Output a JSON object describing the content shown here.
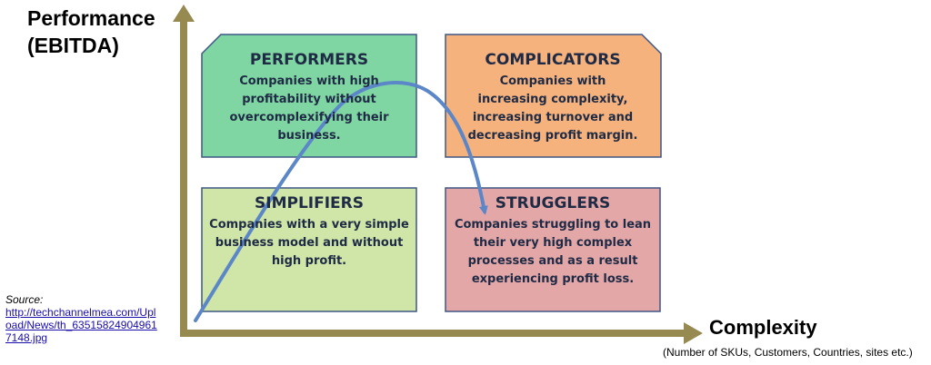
{
  "axes": {
    "y_label": "Performance (EBITDA)",
    "x_label": "Complexity",
    "x_sublabel": "(Number of SKUs, Customers, Countries, sites etc.)"
  },
  "quadrants": {
    "performers": {
      "title": "PERFORMERS",
      "description": "Companies with high profitability without overcomplexifying their business.",
      "color": "#7fd6a3"
    },
    "complicators": {
      "title": "COMPLICATORS",
      "description": "Companies with increasing complexity, increasing turnover and decreasing profit margin.",
      "color": "#f5b27d"
    },
    "simplifiers": {
      "title": "SIMPLIFIERS",
      "description": "Companies with a very simple business model and without high profit.",
      "color": "#cfe6a8"
    },
    "strugglers": {
      "title": "STRUGGLERS",
      "description": "Companies struggling to lean their very high complex processes and as a result experiencing profit loss.",
      "color": "#e3a7a8"
    }
  },
  "source": {
    "label": "Source:",
    "link": "http://techchannelmea.com/Upload/News/th_635158249049617148.jpg"
  },
  "colors": {
    "axis": "#968a50",
    "border": "#3e5686",
    "curve": "#5b86c8"
  }
}
